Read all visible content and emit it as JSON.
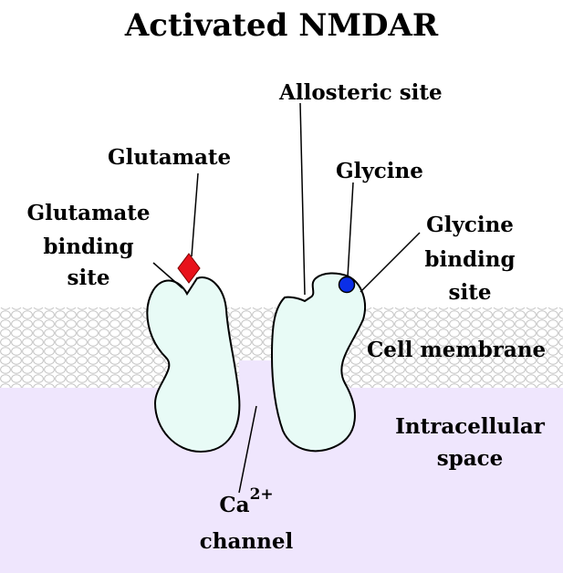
{
  "title": "Activated NMDAR",
  "labels": {
    "allosteric_site": "Allosteric site",
    "glutamate": "Glutamate",
    "glycine": "Glycine",
    "glutamate_binding_site": [
      "Glutamate",
      "binding",
      "site"
    ],
    "glycine_binding_site": [
      "Glycine",
      "binding",
      "site"
    ],
    "cell_membrane": "Cell membrane",
    "intracellular_space": [
      "Intracellular",
      "space"
    ],
    "ca_channel": {
      "ion": "Ca",
      "charge": "2+",
      "word": "channel"
    }
  },
  "icons": {
    "glutamate_molecule": "red-diamond",
    "glycine_molecule": "blue-circle"
  },
  "colors": {
    "protein_fill": "#e8fbf6",
    "intracellular_fill": "#efe6fd",
    "membrane_pattern": "#c8c8c8",
    "glutamate": "#e8121b",
    "glycine": "#0b2fe8",
    "outline": "#000000"
  }
}
